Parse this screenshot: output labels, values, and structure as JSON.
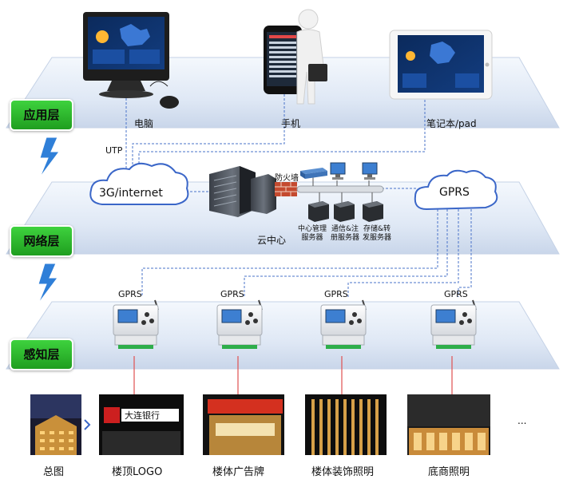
{
  "layers": {
    "application": "应用层",
    "network": "网络层",
    "perception": "感知层"
  },
  "devices": {
    "pc": "电脑",
    "phone": "手机",
    "tablet": "笔记本/pad"
  },
  "network": {
    "utp": "UTP",
    "internet": "3G/internet",
    "firewall": "防火墙",
    "gprs": "GPRS",
    "cloud_center": "云中心",
    "servers": [
      "中心管理服务器",
      "通信&注册服务器",
      "存储&转发服务器"
    ]
  },
  "terminals": {
    "gprs_labels": [
      "GPRS",
      "GPRS",
      "GPRS",
      "GPRS"
    ]
  },
  "photos": {
    "captions": [
      "总图",
      "楼顶LOGO",
      "楼体广告牌",
      "楼体装饰照明",
      "底商照明"
    ],
    "bank_sign": "大连银行",
    "more": "..."
  },
  "colors": {
    "dash_line": "#4a73c9",
    "red_line": "#e05050",
    "tag_green": "#2fba2f",
    "cloud_fill": "#ffffff"
  }
}
